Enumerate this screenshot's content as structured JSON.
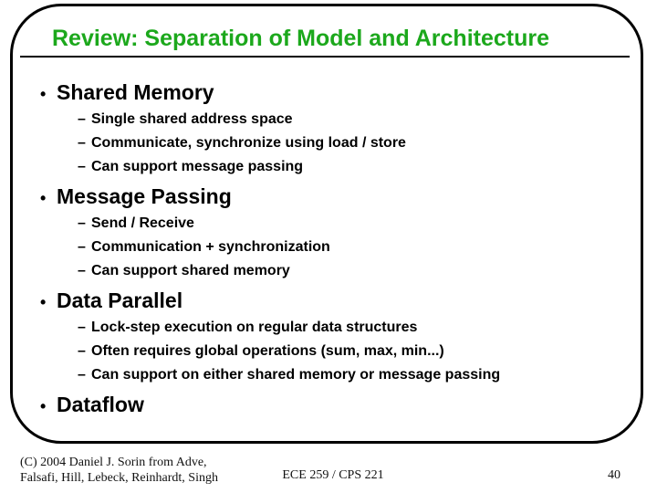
{
  "slide": {
    "title": "Review: Separation of Model and Architecture",
    "title_color": "#1CA81C",
    "bullet_char": "•",
    "dash_char": "–",
    "sections": [
      {
        "label": "Shared Memory",
        "items": [
          "Single shared address space",
          "Communicate, synchronize using load / store",
          "Can support message passing"
        ]
      },
      {
        "label": "Message Passing",
        "items": [
          "Send / Receive",
          "Communication + synchronization",
          "Can support shared memory"
        ]
      },
      {
        "label": "Data Parallel",
        "items": [
          "Lock-step execution on regular data structures",
          "Often requires global operations (sum, max, min...)",
          "Can support on either shared memory or message passing"
        ]
      },
      {
        "label": "Dataflow",
        "items": []
      }
    ]
  },
  "footer": {
    "credit_line1": "(C) 2004 Daniel J. Sorin from Adve,",
    "credit_line2": "Falsafi, Hill, Lebeck, Reinhardt, Singh",
    "course": "ECE 259 / CPS 221",
    "page_number": "40"
  }
}
